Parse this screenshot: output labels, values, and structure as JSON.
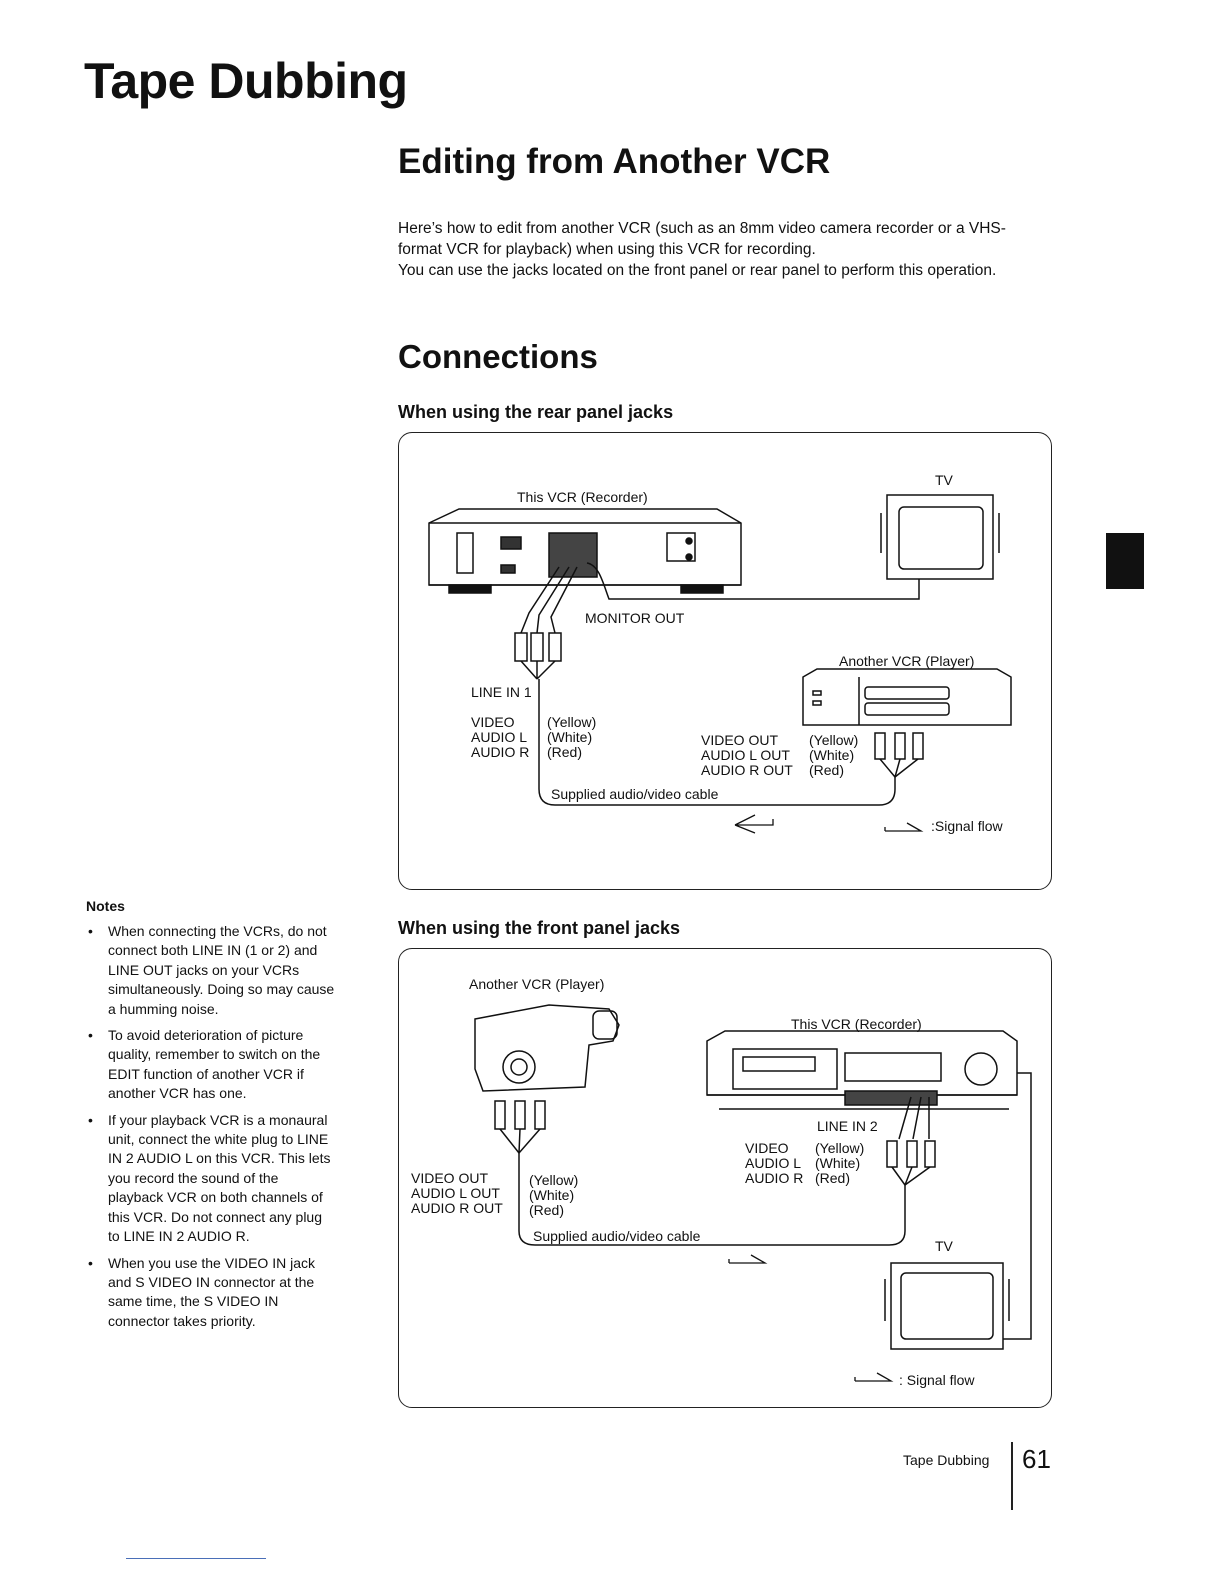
{
  "page": {
    "chapter_title": "Tape Dubbing",
    "section_title": "Editing from Another VCR",
    "intro": [
      "Here’s how to edit from another VCR (such as an 8mm video camera recorder or a VHS-format VCR for playback) when using this VCR for recording.",
      "You can use the jacks located on the front panel or rear panel to perform this operation."
    ],
    "subsection_title": "Connections",
    "footer_label": "Tape Dubbing",
    "page_number": "61"
  },
  "rear_panel": {
    "heading": "When using the rear panel jacks",
    "this_vcr": "This VCR (Recorder)",
    "tv": "TV",
    "monitor_out": "MONITOR OUT",
    "another_vcr": "Another VCR (Player)",
    "line_in": "LINE IN 1",
    "input_jacks": "VIDEO\nAUDIO L\nAUDIO R",
    "input_colors": "(Yellow)\n(White)\n(Red)",
    "output_jacks": "VIDEO OUT\nAUDIO L OUT\nAUDIO R OUT",
    "output_colors": "(Yellow)\n(White)\n(Red)",
    "cable": "Supplied audio/video cable",
    "signal_flow": ":Signal flow"
  },
  "front_panel": {
    "heading": "When using the front panel jacks",
    "another_vcr": "Another VCR (Player)",
    "this_vcr": "This VCR (Recorder)",
    "line_in": "LINE IN 2",
    "input_jacks": "VIDEO\nAUDIO L\nAUDIO R",
    "input_colors": "(Yellow)\n(White)\n(Red)",
    "output_jacks": "VIDEO OUT\nAUDIO L OUT\nAUDIO R OUT",
    "output_colors": "(Yellow)\n(White)\n(Red)",
    "cable": "Supplied audio/video cable",
    "tv": "TV",
    "signal_flow": ": Signal flow"
  },
  "notes": {
    "title": "Notes",
    "items": [
      "When connecting the VCRs, do not connect both LINE IN (1 or 2) and LINE OUT jacks on your VCRs simultaneously. Doing so may cause a humming noise.",
      "To avoid deterioration of picture quality, remember to switch on the EDIT function of another VCR if another VCR has one.",
      "If your playback VCR is a monaural unit, connect the white plug to LINE IN 2 AUDIO L on this VCR. This lets you record the sound of the playback VCR on both channels of this VCR. Do not connect any plug to LINE IN 2 AUDIO R.",
      "When you use the VIDEO IN jack and S VIDEO IN connector at the same time, the S VIDEO IN connector takes priority."
    ]
  }
}
